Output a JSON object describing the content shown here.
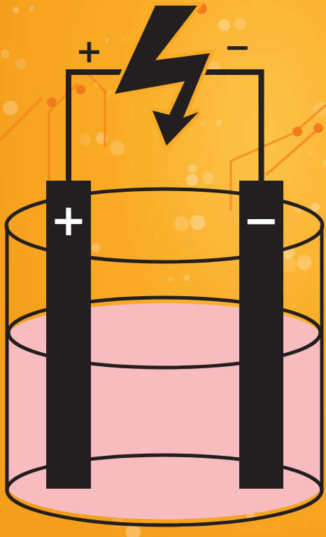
{
  "diagram": {
    "nodes": [
      {
        "text": [
          "+"
        ]
      },
      {
        "text": [
          "−"
        ]
      }
    ],
    "edges": [
      {
        "from": 0,
        "to": 1,
        "arrow": "none"
      }
    ],
    "labels": [
      "+",
      "−"
    ]
  }
}
